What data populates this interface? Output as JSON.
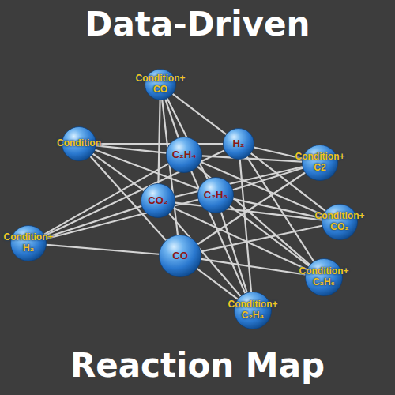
{
  "diagram": {
    "title": "Data-Driven",
    "caption": "Reaction Map",
    "nodes": [
      {
        "text": [
          "Condition+ CO"
        ]
      },
      {
        "text": [
          "Condition"
        ]
      },
      {
        "text": [
          "C₂H₄"
        ]
      },
      {
        "text": [
          "H₂"
        ]
      },
      {
        "text": [
          "Condition+ C2"
        ]
      },
      {
        "text": [
          "CO₂"
        ]
      },
      {
        "text": [
          "C₂H₆"
        ]
      },
      {
        "text": [
          "Condition+ CO₂"
        ]
      },
      {
        "text": [
          "Condition+ H₂"
        ]
      },
      {
        "text": [
          "CO"
        ]
      },
      {
        "text": [
          "Condition+ C₂H₆"
        ]
      },
      {
        "text": [
          "Condition+ C₂H₄"
        ]
      }
    ],
    "edges": [
      {
        "from": 0,
        "to": 2,
        "arrow": "none"
      },
      {
        "from": 0,
        "to": 3,
        "arrow": "none"
      },
      {
        "from": 0,
        "to": 5,
        "arrow": "none"
      },
      {
        "from": 0,
        "to": 6,
        "arrow": "none"
      },
      {
        "from": 0,
        "to": 9,
        "arrow": "none"
      },
      {
        "from": 1,
        "to": 2,
        "arrow": "none"
      },
      {
        "from": 1,
        "to": 3,
        "arrow": "none"
      },
      {
        "from": 1,
        "to": 5,
        "arrow": "none"
      },
      {
        "from": 1,
        "to": 6,
        "arrow": "none"
      },
      {
        "from": 1,
        "to": 9,
        "arrow": "none"
      },
      {
        "from": 4,
        "to": 2,
        "arrow": "none"
      },
      {
        "from": 4,
        "to": 3,
        "arrow": "none"
      },
      {
        "from": 4,
        "to": 5,
        "arrow": "none"
      },
      {
        "from": 4,
        "to": 6,
        "arrow": "none"
      },
      {
        "from": 4,
        "to": 9,
        "arrow": "none"
      },
      {
        "from": 7,
        "to": 2,
        "arrow": "none"
      },
      {
        "from": 7,
        "to": 3,
        "arrow": "none"
      },
      {
        "from": 7,
        "to": 5,
        "arrow": "none"
      },
      {
        "from": 7,
        "to": 6,
        "arrow": "none"
      },
      {
        "from": 7,
        "to": 9,
        "arrow": "none"
      },
      {
        "from": 8,
        "to": 2,
        "arrow": "none"
      },
      {
        "from": 8,
        "to": 3,
        "arrow": "none"
      },
      {
        "from": 8,
        "to": 5,
        "arrow": "none"
      },
      {
        "from": 8,
        "to": 6,
        "arrow": "none"
      },
      {
        "from": 8,
        "to": 9,
        "arrow": "none"
      },
      {
        "from": 10,
        "to": 2,
        "arrow": "none"
      },
      {
        "from": 10,
        "to": 3,
        "arrow": "none"
      },
      {
        "from": 10,
        "to": 5,
        "arrow": "none"
      },
      {
        "from": 10,
        "to": 6,
        "arrow": "none"
      },
      {
        "from": 10,
        "to": 9,
        "arrow": "none"
      },
      {
        "from": 11,
        "to": 2,
        "arrow": "none"
      },
      {
        "from": 11,
        "to": 3,
        "arrow": "none"
      },
      {
        "from": 11,
        "to": 5,
        "arrow": "none"
      },
      {
        "from": 11,
        "to": 6,
        "arrow": "none"
      },
      {
        "from": 11,
        "to": 9,
        "arrow": "none"
      }
    ]
  }
}
